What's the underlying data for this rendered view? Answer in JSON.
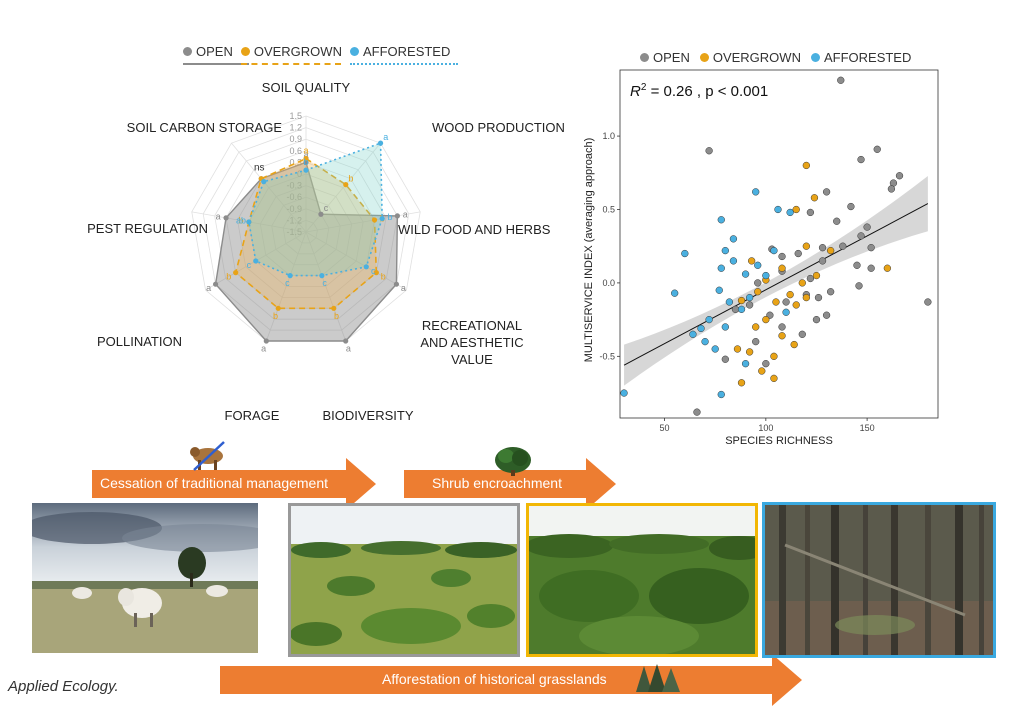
{
  "radar": {
    "legend": [
      {
        "name": "OPEN",
        "color": "#8c8c8c",
        "dash": "solid"
      },
      {
        "name": "OVERGROWN",
        "color": "#e8a317",
        "dash": "dashed"
      },
      {
        "name": "AFFORESTED",
        "color": "#4ab0e0",
        "dash": "dotted"
      }
    ]
  },
  "scatter_legend": [
    {
      "name": "OPEN",
      "color": "#8c8c8c"
    },
    {
      "name": "OVERGROWN",
      "color": "#e8a317"
    },
    {
      "name": "AFFORESTED",
      "color": "#4ab0e0"
    }
  ],
  "chart_data": [
    {
      "type": "radar",
      "axes": [
        "SOIL QUALITY",
        "WOOD PRODUCTION",
        "WILD FOOD AND HERBS",
        "RECREATIONAL AND AESTHETIC VALUE",
        "BIODIVERSITY",
        "FORAGE",
        "POLLINATION",
        "PEST REGULATION",
        "SOIL CARBON STORAGE"
      ],
      "axis_lines": [
        [
          "SOIL QUALITY"
        ],
        [
          "WOOD PRODUCTION"
        ],
        [
          "WILD FOOD AND HERBS"
        ],
        [
          "RECREATIONAL",
          "AND AESTHETIC",
          "VALUE"
        ],
        [
          "BIODIVERSITY"
        ],
        [
          "FORAGE"
        ],
        [
          "POLLINATION"
        ],
        [
          "PEST REGULATION"
        ],
        [
          "SOIL CARBON STORAGE"
        ]
      ],
      "ticks": [
        "1.5",
        "1.2",
        "0.9",
        "0.6",
        "0.3",
        "0",
        "-0.3",
        "-0.6",
        "-0.9",
        "-1.2",
        "-1.5"
      ],
      "range": [
        -1.5,
        1.5
      ],
      "series": [
        {
          "name": "OPEN",
          "values": [
            0.3,
            -0.9,
            0.9,
            1.2,
            1.5,
            1.5,
            1.2,
            0.6,
            0.3
          ],
          "letters": [
            "a",
            "c",
            "a",
            "a",
            "a",
            "a",
            "a",
            "a",
            "ns"
          ]
        },
        {
          "name": "OVERGROWN",
          "values": [
            0.4,
            0.1,
            0.3,
            0.6,
            0.6,
            0.6,
            0.6,
            0.0,
            0.3
          ],
          "letters": [
            "a",
            "b",
            "b",
            "b",
            "b",
            "b",
            "b",
            "b",
            "ns"
          ]
        },
        {
          "name": "AFFORESTED",
          "values": [
            0.1,
            1.5,
            0.5,
            0.3,
            -0.3,
            -0.3,
            0.0,
            0.0,
            0.2
          ],
          "letters": [
            "b",
            "a",
            "b",
            "c",
            "c",
            "c",
            "c",
            "ab",
            "ns"
          ]
        }
      ]
    },
    {
      "type": "scatter",
      "annotation": "= 0.26 , p < 0.001",
      "annotation_prefix": "R",
      "annotation_sup": "2",
      "xlabel": "SPECIES RICHNESS",
      "ylabel": "MULTISERVICE INDEX (averaging approach)",
      "xlim": [
        28,
        185
      ],
      "ylim": [
        -0.92,
        1.45
      ],
      "xticks": [
        50,
        100,
        150
      ],
      "yticks": [
        -0.5,
        0.0,
        0.5,
        1.0
      ],
      "ytick_labels": [
        "-0.5",
        "0.0",
        "0.5",
        "1.0"
      ],
      "xtick_labels": [
        "50",
        "100",
        "150"
      ],
      "fit": {
        "x0": 30,
        "y0": -0.56,
        "x1": 180,
        "y1": 0.54
      },
      "series": [
        {
          "name": "OPEN",
          "points": [
            [
              137,
              1.38
            ],
            [
              72,
              0.9
            ],
            [
              155,
              0.91
            ],
            [
              147,
              0.84
            ],
            [
              166,
              0.73
            ],
            [
              163,
              0.68
            ],
            [
              162,
              0.64
            ],
            [
              130,
              0.62
            ],
            [
              142,
              0.52
            ],
            [
              122,
              0.48
            ],
            [
              135,
              0.42
            ],
            [
              150,
              0.38
            ],
            [
              147,
              0.32
            ],
            [
              138,
              0.25
            ],
            [
              128,
              0.24
            ],
            [
              152,
              0.24
            ],
            [
              103,
              0.23
            ],
            [
              116,
              0.2
            ],
            [
              108,
              0.18
            ],
            [
              128,
              0.15
            ],
            [
              145,
              0.12
            ],
            [
              152,
              0.1
            ],
            [
              108,
              0.08
            ],
            [
              122,
              0.03
            ],
            [
              146,
              -0.02
            ],
            [
              96,
              0.0
            ],
            [
              132,
              -0.06
            ],
            [
              120,
              -0.08
            ],
            [
              110,
              -0.13
            ],
            [
              126,
              -0.1
            ],
            [
              92,
              -0.15
            ],
            [
              130,
              -0.22
            ],
            [
              180,
              -0.13
            ],
            [
              125,
              -0.25
            ],
            [
              85,
              -0.18
            ],
            [
              102,
              -0.22
            ],
            [
              108,
              -0.3
            ],
            [
              118,
              -0.35
            ],
            [
              95,
              -0.4
            ],
            [
              80,
              -0.52
            ],
            [
              100,
              -0.55
            ],
            [
              66,
              -0.88
            ]
          ]
        },
        {
          "name": "OVERGROWN",
          "points": [
            [
              120,
              0.8
            ],
            [
              124,
              0.58
            ],
            [
              115,
              0.5
            ],
            [
              120,
              0.25
            ],
            [
              132,
              0.22
            ],
            [
              93,
              0.15
            ],
            [
              108,
              0.1
            ],
            [
              125,
              0.05
            ],
            [
              100,
              0.02
            ],
            [
              118,
              0.0
            ],
            [
              96,
              -0.06
            ],
            [
              112,
              -0.08
            ],
            [
              120,
              -0.1
            ],
            [
              105,
              -0.13
            ],
            [
              115,
              -0.15
            ],
            [
              88,
              -0.12
            ],
            [
              100,
              -0.25
            ],
            [
              95,
              -0.3
            ],
            [
              108,
              -0.36
            ],
            [
              114,
              -0.42
            ],
            [
              92,
              -0.47
            ],
            [
              104,
              -0.5
            ],
            [
              86,
              -0.45
            ],
            [
              98,
              -0.6
            ],
            [
              104,
              -0.65
            ],
            [
              88,
              -0.68
            ],
            [
              160,
              0.1
            ]
          ]
        },
        {
          "name": "AFFORESTED",
          "points": [
            [
              95,
              0.62
            ],
            [
              106,
              0.5
            ],
            [
              112,
              0.48
            ],
            [
              78,
              0.43
            ],
            [
              104,
              0.22
            ],
            [
              84,
              0.15
            ],
            [
              96,
              0.12
            ],
            [
              60,
              0.2
            ],
            [
              78,
              0.1
            ],
            [
              90,
              0.06
            ],
            [
              100,
              0.05
            ],
            [
              77,
              -0.05
            ],
            [
              92,
              -0.1
            ],
            [
              55,
              -0.07
            ],
            [
              82,
              -0.13
            ],
            [
              88,
              -0.18
            ],
            [
              72,
              -0.25
            ],
            [
              80,
              -0.3
            ],
            [
              64,
              -0.35
            ],
            [
              70,
              -0.4
            ],
            [
              75,
              -0.45
            ],
            [
              90,
              -0.55
            ],
            [
              78,
              -0.76
            ],
            [
              30,
              -0.75
            ],
            [
              84,
              0.3
            ],
            [
              80,
              0.22
            ],
            [
              110,
              -0.2
            ],
            [
              68,
              -0.31
            ]
          ]
        }
      ]
    }
  ],
  "flow": {
    "arrow1": "Cessation of traditional management",
    "arrow2": "Shrub encroachment",
    "arrow3": "Afforestation of historical grasslands",
    "corner_text": "Applied Ecology."
  },
  "colors": {
    "arrow": "#ed7d31",
    "open_frame": "#999999",
    "overgrown_frame": "#f2b705",
    "afforested_frame": "#3aa9e0"
  }
}
